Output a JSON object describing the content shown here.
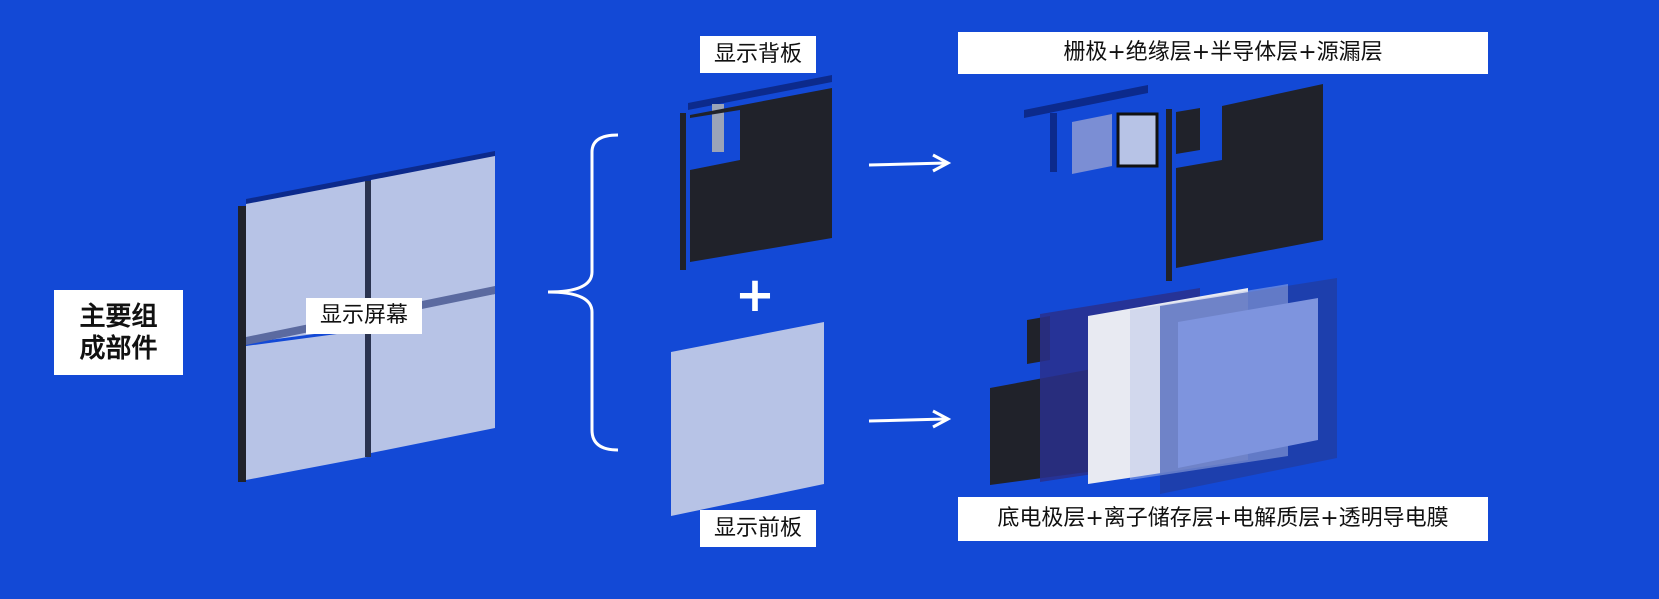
{
  "title": "主要组成部件",
  "labels": {
    "screen": "显示屏幕",
    "backplane": "显示背板",
    "frontplane": "显示前板",
    "backplane_layers": "栅极+绝缘层+半导体层+源漏层",
    "frontplane_layers": "底电极层+离子储存层+电解质层+透明导电膜"
  },
  "symbols": {
    "plus": "+"
  },
  "colors": {
    "background": "#1349d6",
    "panel": "#b7c3e6",
    "dark_layer": "#20222a",
    "label_bg": "#ffffff",
    "arrow": "#ffffff"
  }
}
